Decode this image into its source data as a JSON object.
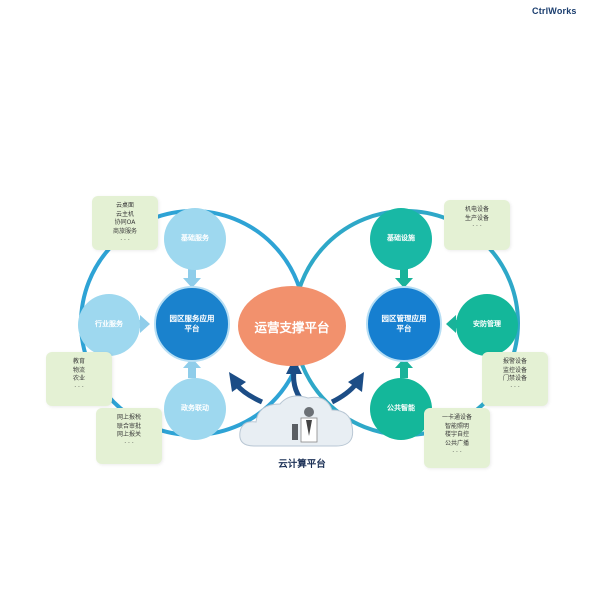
{
  "brand": "CtrlWorks",
  "hub": {
    "label": "运营支撑平台"
  },
  "left": {
    "center": [
      "园区服务应用",
      "平台"
    ],
    "nodes": {
      "top": "基础服务",
      "left": "行业服务",
      "bottom": "政务联动"
    },
    "notes": {
      "top": [
        "云桌面",
        "云主机",
        "协同OA",
        "商旅服务",
        "· · ·"
      ],
      "left": [
        "教育",
        "物流",
        "农业",
        "· · ·"
      ],
      "bottom": [
        "网上报税",
        "联合审批",
        "网上报关",
        "· · ·"
      ]
    }
  },
  "right": {
    "center": [
      "园区管理应用",
      "平台"
    ],
    "nodes": {
      "top": "基础设施",
      "right": "安防管理",
      "bottom": "公共智能"
    },
    "notes": {
      "top": [
        "机电设备",
        "生产设备",
        "· · ·"
      ],
      "right": [
        "报警设备",
        "监控设备",
        "门禁设备",
        "· · ·"
      ],
      "bottom": [
        "一卡通设备",
        "智能照明",
        "楼宇自控",
        "公共广播",
        "· · ·"
      ]
    }
  },
  "cloud": {
    "label": "云计算平台"
  },
  "colors": {
    "ring": "#2ea3d5",
    "ring_right": "#2ea8c8",
    "arrow_light": "#8fcdea",
    "arrow_green": "#19b39a",
    "arrow_navy": "#1c4d86",
    "hub": "#f2916d",
    "note_bg": "#e4f1d4"
  },
  "icons": [
    "cloud-icon",
    "server-person-icon"
  ]
}
